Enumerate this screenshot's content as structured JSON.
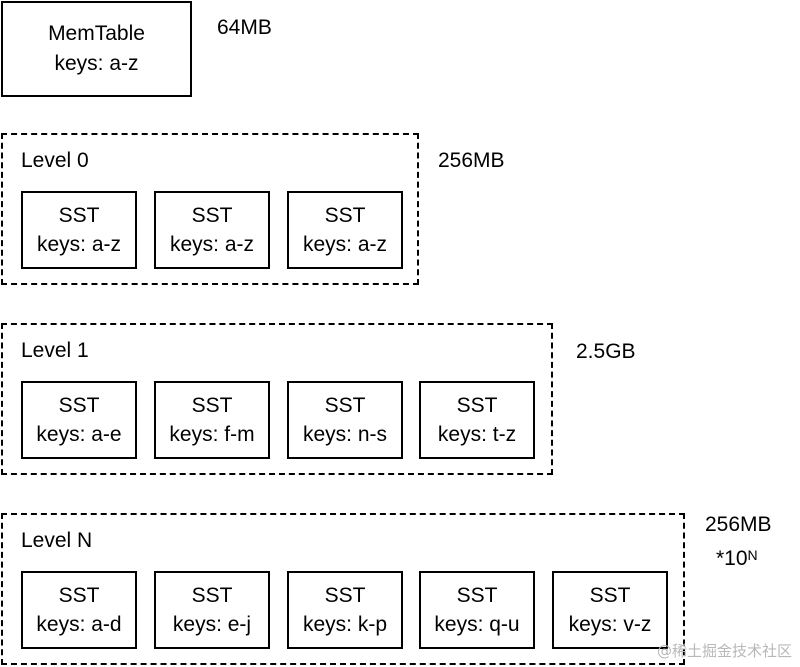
{
  "memtable": {
    "title": "MemTable",
    "keys": "keys: a-z",
    "size": "64MB"
  },
  "levels": [
    {
      "title": "Level 0",
      "size": "256MB",
      "ssts": [
        {
          "title": "SST",
          "keys": "keys: a-z"
        },
        {
          "title": "SST",
          "keys": "keys: a-z"
        },
        {
          "title": "SST",
          "keys": "keys: a-z"
        }
      ]
    },
    {
      "title": "Level 1",
      "size": "2.5GB",
      "ssts": [
        {
          "title": "SST",
          "keys": "keys: a-e"
        },
        {
          "title": "SST",
          "keys": "keys: f-m"
        },
        {
          "title": "SST",
          "keys": "keys: n-s"
        },
        {
          "title": "SST",
          "keys": "keys: t-z"
        }
      ]
    },
    {
      "title": "Level N",
      "size": "256MB",
      "multiplier_base": "*10",
      "multiplier_exp": "N",
      "ssts": [
        {
          "title": "SST",
          "keys": "keys: a-d"
        },
        {
          "title": "SST",
          "keys": "keys: e-j"
        },
        {
          "title": "SST",
          "keys": "keys: k-p"
        },
        {
          "title": "SST",
          "keys": "keys: q-u"
        },
        {
          "title": "SST",
          "keys": "keys: v-z"
        }
      ]
    }
  ],
  "watermark": "@稀土掘金技术社区"
}
